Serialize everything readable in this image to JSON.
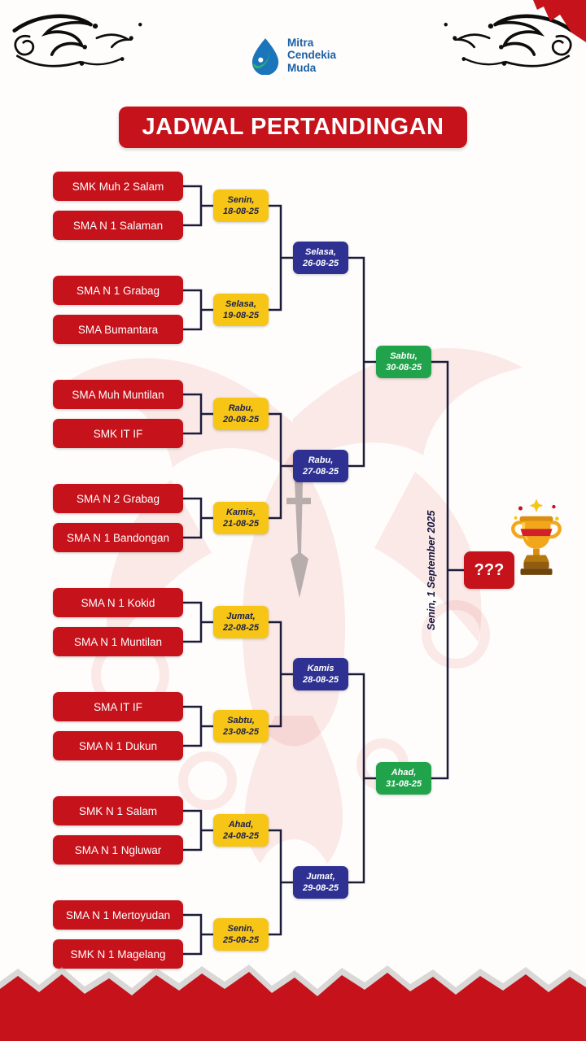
{
  "logo": {
    "line1": "Mitra",
    "line2": "Cendekia",
    "line3": "Muda"
  },
  "title": "JADWAL PERTANDINGAN",
  "bracket": {
    "round1": [
      {
        "team1": "SMK Muh 2 Salam",
        "team2": "SMA N 1 Salaman",
        "day": "Senin,",
        "date": "18-08-25"
      },
      {
        "team1": "SMA N 1 Grabag",
        "team2": "SMA Bumantara",
        "day": "Selasa,",
        "date": "19-08-25"
      },
      {
        "team1": "SMA Muh Muntilan",
        "team2": "SMK IT IF",
        "day": "Rabu,",
        "date": "20-08-25"
      },
      {
        "team1": "SMA N 2 Grabag",
        "team2": "SMA N 1 Bandongan",
        "day": "Kamis,",
        "date": "21-08-25"
      },
      {
        "team1": "SMA N 1 Kokid",
        "team2": "SMA N 1 Muntilan",
        "day": "Jumat,",
        "date": "22-08-25"
      },
      {
        "team1": "SMA IT IF",
        "team2": "SMA N 1 Dukun",
        "day": "Sabtu,",
        "date": "23-08-25"
      },
      {
        "team1": "SMK N 1 Salam",
        "team2": "SMA N 1 Ngluwar",
        "day": "Ahad,",
        "date": "24-08-25"
      },
      {
        "team1": "SMA N 1 Mertoyudan",
        "team2": "SMK N 1 Magelang",
        "day": "Senin,",
        "date": "25-08-25"
      }
    ],
    "round2": [
      {
        "day": "Selasa,",
        "date": "26-08-25"
      },
      {
        "day": "Rabu,",
        "date": "27-08-25"
      },
      {
        "day": "Kamis",
        "date": "28-08-25"
      },
      {
        "day": "Jumat,",
        "date": "29-08-25"
      }
    ],
    "semifinal": [
      {
        "day": "Sabtu,",
        "date": "30-08-25"
      },
      {
        "day": "Ahad,",
        "date": "31-08-25"
      }
    ],
    "final": {
      "date_label": "Senin, 1 September 2025",
      "winner": "???"
    }
  },
  "colors": {
    "red": "#C5121B",
    "yellow": "#F6C515",
    "blue": "#2E3192",
    "green": "#21A34C",
    "line": "#1b1b3a",
    "logo_blue": "#1B75BB",
    "logo_teal": "#2BB673",
    "trophy_gold": "#F2A71B"
  }
}
